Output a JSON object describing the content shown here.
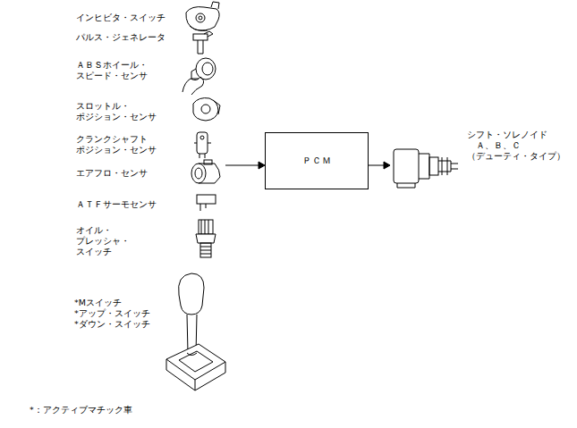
{
  "diagram": {
    "nodes": [
      {
        "text": [
          "ＰＣＭ"
        ]
      }
    ],
    "labels": [
      "インヒビタ・スイッチ",
      "パルス・ジェネレータ",
      "ＡＢＳホイール・ スピード・センサ",
      "スロットル・ ポジション・センサ",
      "クランクシャフト ポジション・センサ",
      "エアフロ・センサ",
      "ＡＴＦサーモセンサ",
      "オイル・プレッシャ・ スイッチ",
      "*Mスイッチ",
      "*アップ・スイッチ",
      "*ダウン・スイッチ",
      "シフト・ソレノイド",
      "Ａ、Ｂ、Ｃ",
      "（デューティ・タイプ）",
      "*：アクティブマチック車"
    ]
  }
}
